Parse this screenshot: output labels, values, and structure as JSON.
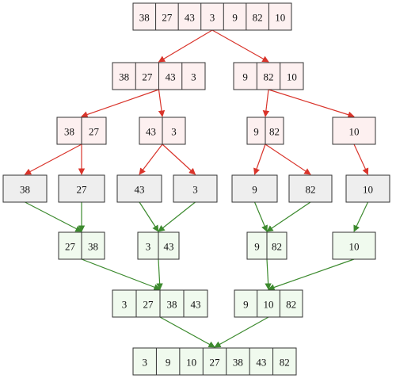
{
  "colors": {
    "split_fill": "#fdf0f0",
    "leaf_fill": "#eeeeee",
    "merge_fill": "#f0faee",
    "split_edge": "#d9342b",
    "merge_edge": "#3c8a2e",
    "border": "#333333"
  },
  "nodes": [
    {
      "id": "s0",
      "kind": "split",
      "values": [
        "38",
        "27",
        "43",
        "3",
        "9",
        "82",
        "10"
      ]
    },
    {
      "id": "s1a",
      "kind": "split",
      "values": [
        "38",
        "27",
        "43",
        "3"
      ]
    },
    {
      "id": "s1b",
      "kind": "split",
      "values": [
        "9",
        "82",
        "10"
      ]
    },
    {
      "id": "s2a",
      "kind": "split",
      "values": [
        "38",
        "27"
      ]
    },
    {
      "id": "s2b",
      "kind": "split",
      "values": [
        "43",
        "3"
      ]
    },
    {
      "id": "s2c",
      "kind": "split",
      "values": [
        "9",
        "82"
      ]
    },
    {
      "id": "s2d",
      "kind": "split",
      "values": [
        "10"
      ]
    },
    {
      "id": "l1",
      "kind": "leaf",
      "values": [
        "38"
      ]
    },
    {
      "id": "l2",
      "kind": "leaf",
      "values": [
        "27"
      ]
    },
    {
      "id": "l3",
      "kind": "leaf",
      "values": [
        "43"
      ]
    },
    {
      "id": "l4",
      "kind": "leaf",
      "values": [
        "3"
      ]
    },
    {
      "id": "l5",
      "kind": "leaf",
      "values": [
        "9"
      ]
    },
    {
      "id": "l6",
      "kind": "leaf",
      "values": [
        "82"
      ]
    },
    {
      "id": "l7",
      "kind": "leaf",
      "values": [
        "10"
      ]
    },
    {
      "id": "m1a",
      "kind": "merge",
      "values": [
        "27",
        "38"
      ]
    },
    {
      "id": "m1b",
      "kind": "merge",
      "values": [
        "3",
        "43"
      ]
    },
    {
      "id": "m1c",
      "kind": "merge",
      "values": [
        "9",
        "82"
      ]
    },
    {
      "id": "m1d",
      "kind": "merge",
      "values": [
        "10"
      ]
    },
    {
      "id": "m2a",
      "kind": "merge",
      "values": [
        "3",
        "27",
        "38",
        "43"
      ]
    },
    {
      "id": "m2b",
      "kind": "merge",
      "values": [
        "9",
        "10",
        "82"
      ]
    },
    {
      "id": "m3",
      "kind": "merge",
      "values": [
        "3",
        "9",
        "10",
        "27",
        "38",
        "43",
        "82"
      ]
    }
  ],
  "edges": [
    {
      "from": "s0",
      "to": "s1a",
      "kind": "split"
    },
    {
      "from": "s0",
      "to": "s1b",
      "kind": "split"
    },
    {
      "from": "s1a",
      "to": "s2a",
      "kind": "split"
    },
    {
      "from": "s1a",
      "to": "s2b",
      "kind": "split"
    },
    {
      "from": "s1b",
      "to": "s2c",
      "kind": "split"
    },
    {
      "from": "s1b",
      "to": "s2d",
      "kind": "split"
    },
    {
      "from": "s2a",
      "to": "l1",
      "kind": "split"
    },
    {
      "from": "s2a",
      "to": "l2",
      "kind": "split"
    },
    {
      "from": "s2b",
      "to": "l3",
      "kind": "split"
    },
    {
      "from": "s2b",
      "to": "l4",
      "kind": "split"
    },
    {
      "from": "s2c",
      "to": "l5",
      "kind": "split"
    },
    {
      "from": "s2c",
      "to": "l6",
      "kind": "split"
    },
    {
      "from": "s2d",
      "to": "l7",
      "kind": "split"
    },
    {
      "from": "l1",
      "to": "m1a",
      "kind": "merge"
    },
    {
      "from": "l2",
      "to": "m1a",
      "kind": "merge"
    },
    {
      "from": "l3",
      "to": "m1b",
      "kind": "merge"
    },
    {
      "from": "l4",
      "to": "m1b",
      "kind": "merge"
    },
    {
      "from": "l5",
      "to": "m1c",
      "kind": "merge"
    },
    {
      "from": "l6",
      "to": "m1c",
      "kind": "merge"
    },
    {
      "from": "l7",
      "to": "m1d",
      "kind": "merge"
    },
    {
      "from": "m1a",
      "to": "m2a",
      "kind": "merge"
    },
    {
      "from": "m1b",
      "to": "m2a",
      "kind": "merge"
    },
    {
      "from": "m1c",
      "to": "m2b",
      "kind": "merge"
    },
    {
      "from": "m1d",
      "to": "m2b",
      "kind": "merge"
    },
    {
      "from": "m2a",
      "to": "m3",
      "kind": "merge"
    },
    {
      "from": "m2b",
      "to": "m3",
      "kind": "merge"
    }
  ]
}
